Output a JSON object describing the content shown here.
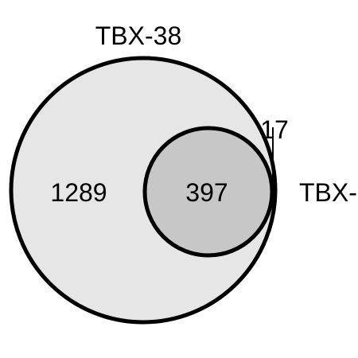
{
  "chart_data": {
    "type": "venn",
    "sets": [
      {
        "name": "TBX-38",
        "color": "#e6e6e6"
      },
      {
        "name": "TBX-",
        "color": "#ffffff"
      }
    ],
    "regions": [
      {
        "label": "1289",
        "sets": [
          "TBX-38"
        ]
      },
      {
        "label": "397",
        "sets": [
          "TBX-38",
          "TBX-"
        ]
      },
      {
        "label": "17",
        "sets": [
          "TBX-"
        ]
      }
    ],
    "overlap_color": "#c7c7c7",
    "outline_color": "#000000"
  }
}
